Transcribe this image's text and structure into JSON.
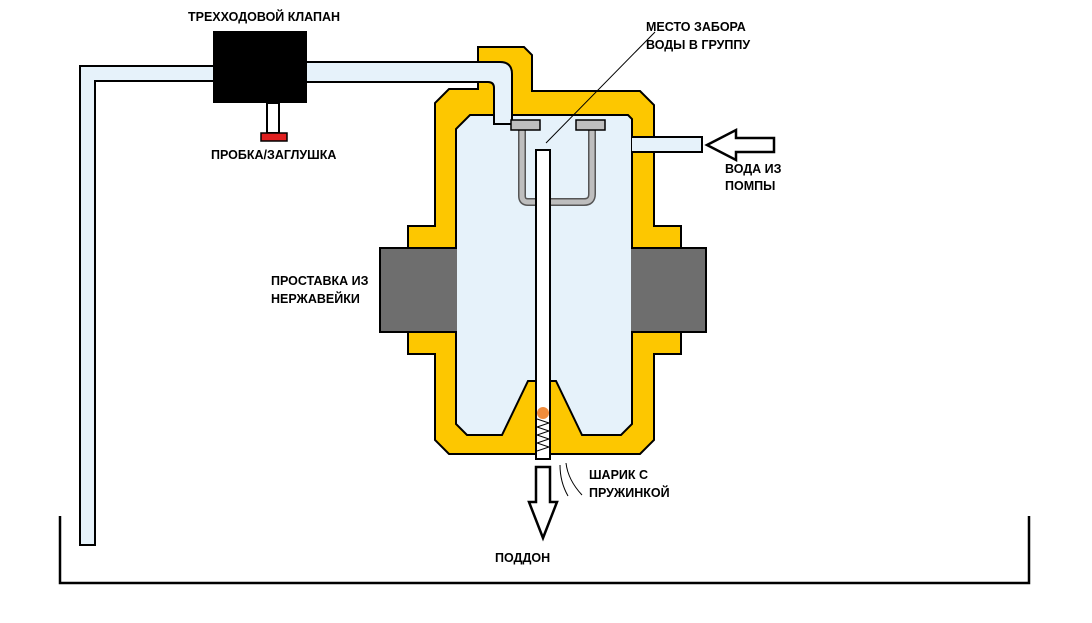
{
  "labels": {
    "three_way_valve": "ТРЕХХОДОВОЙ КЛАПАН",
    "plug": "ПРОБКА/ЗАГЛУШКА",
    "intake_line1": "МЕСТО ЗАБОРА",
    "intake_line2": "ВОДЫ В ГРУППУ",
    "pump_water_line1": "ВОДА ИЗ",
    "pump_water_line2": "ПОМПЫ",
    "spacer_line1": "ПРОСТАВКА ИЗ",
    "spacer_line2": "НЕРЖАВЕЙКИ",
    "ball_spring_line1": "ШАРИК С",
    "ball_spring_line2": "ПРУЖИНКОЙ",
    "tray": "ПОДДОН"
  },
  "colors": {
    "boiler_shell": "#fdc700",
    "water": "#e6f2fa",
    "spacer": "#6e6e6e",
    "valve_body": "#000000",
    "plug": "#e02020",
    "ball": "#f08c3c",
    "fittings": "#bebebe",
    "lines": "#000000"
  }
}
